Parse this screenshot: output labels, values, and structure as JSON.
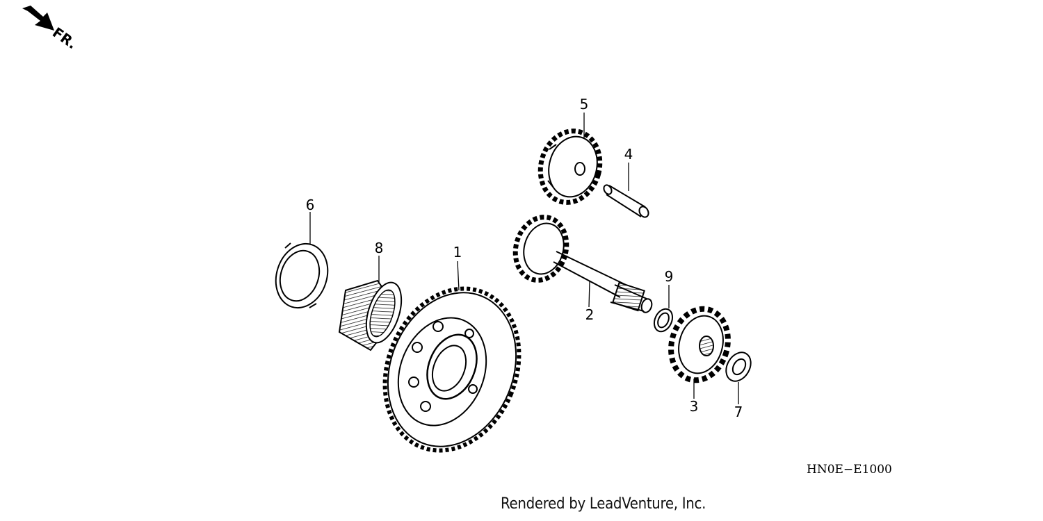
{
  "fr_label": "FR.",
  "callouts": [
    "1",
    "2",
    "3",
    "4",
    "5",
    "6",
    "7",
    "8",
    "9"
  ],
  "diagram_code": "HN0E−E1000",
  "credit": "Rendered by LeadVenture, Inc.",
  "parts": [
    {
      "callout": "1",
      "icon": "ring-gear-icon"
    },
    {
      "callout": "2",
      "icon": "gear-shaft-icon"
    },
    {
      "callout": "3",
      "icon": "spur-gear-icon"
    },
    {
      "callout": "4",
      "icon": "pin-icon"
    },
    {
      "callout": "5",
      "icon": "idle-gear-icon"
    },
    {
      "callout": "6",
      "icon": "washer-icon"
    },
    {
      "callout": "7",
      "icon": "washer-icon"
    },
    {
      "callout": "8",
      "icon": "needle-bearing-icon"
    },
    {
      "callout": "9",
      "icon": "snap-ring-icon"
    }
  ]
}
